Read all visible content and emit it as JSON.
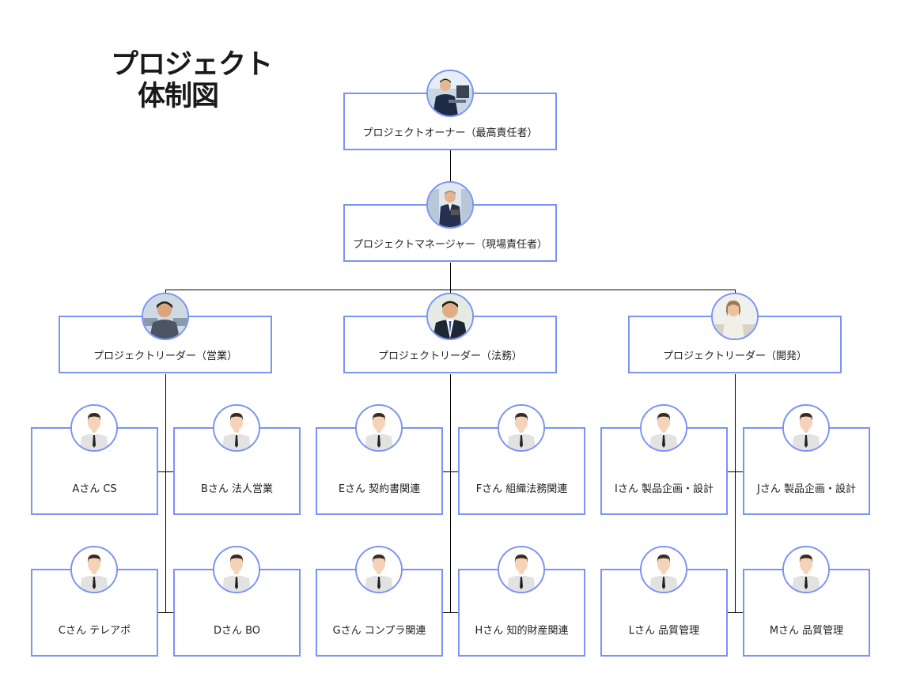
{
  "title": {
    "line1": "プロジェクト",
    "line2": "体制図"
  },
  "owner": {
    "label": "プロジェクトオーナー（最高責任者）",
    "icon": "businessman-laptop-photo-icon"
  },
  "manager": {
    "label": "プロジェクトマネージャー（現場責任者）",
    "icon": "businessman-tablet-photo-icon"
  },
  "leaders": [
    {
      "label": "プロジェクトリーダー（営業）",
      "icon": "woman-office-photo-icon"
    },
    {
      "label": "プロジェクトリーダー（法務）",
      "icon": "smiling-man-suit-photo-icon"
    },
    {
      "label": "プロジェクトリーダー（開発）",
      "icon": "woman-desk-photo-icon"
    }
  ],
  "members": [
    {
      "label": "Aさん CS",
      "icon": "person-icon"
    },
    {
      "label": "Bさん 法人営業",
      "icon": "person-icon"
    },
    {
      "label": "Cさん テレアポ",
      "icon": "person-icon"
    },
    {
      "label": "Dさん BO",
      "icon": "person-icon"
    },
    {
      "label": "Eさん 契約書関連",
      "icon": "person-icon"
    },
    {
      "label": "Fさん 組織法務関連",
      "icon": "person-icon"
    },
    {
      "label": "Gさん コンプラ関連",
      "icon": "person-icon"
    },
    {
      "label": "Hさん 知的財産関連",
      "icon": "person-icon"
    },
    {
      "label": "Iさん 製品企画・設計",
      "icon": "person-icon"
    },
    {
      "label": "Jさん 製品企画・設計",
      "icon": "person-icon"
    },
    {
      "label": "Lさん 品質管理",
      "icon": "person-icon"
    },
    {
      "label": "Mさん 品質管理",
      "icon": "person-icon"
    }
  ],
  "colors": {
    "box_border": "#7b93f5",
    "connector": "#000000"
  }
}
